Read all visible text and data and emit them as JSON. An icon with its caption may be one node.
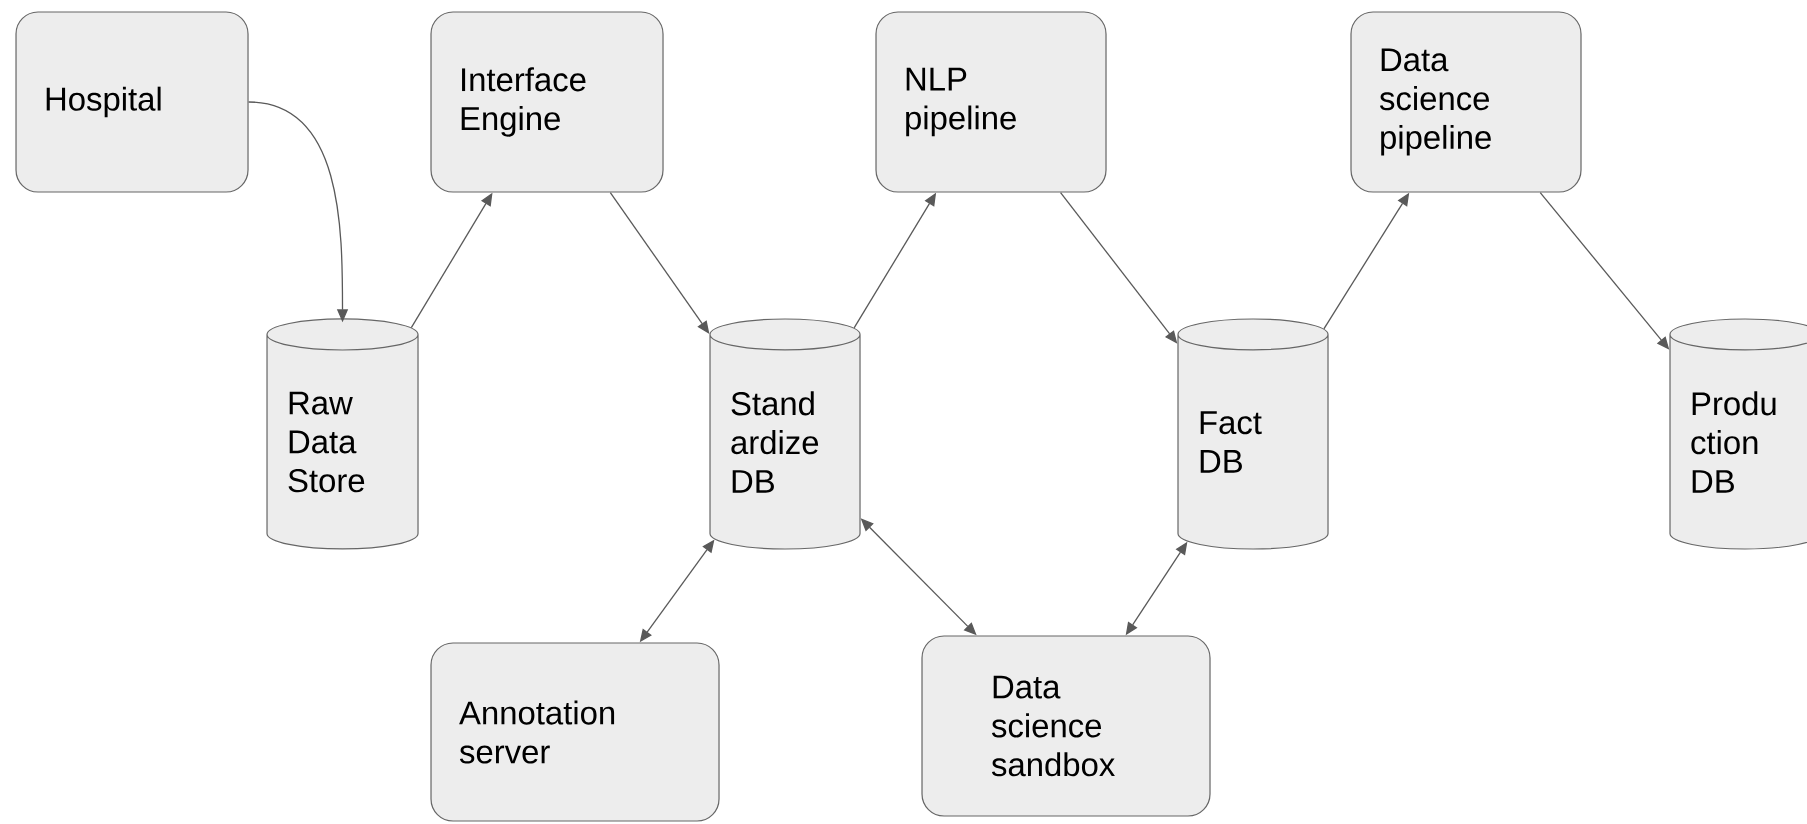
{
  "diagram": {
    "nodes": [
      {
        "text": [
          "Hospital"
        ]
      },
      {
        "text": [
          "Interface Engine"
        ]
      },
      {
        "text": [
          "NLP pipeline"
        ]
      },
      {
        "text": [
          "Data science pipeline"
        ]
      },
      {
        "text": [
          "Raw Data Store"
        ]
      },
      {
        "text": [
          "Stand ardize DB"
        ]
      },
      {
        "text": [
          "Fact DB"
        ]
      },
      {
        "text": [
          "Produ ction DB"
        ]
      },
      {
        "text": [
          "Annotation server"
        ]
      },
      {
        "text": [
          "Data science sandbox"
        ]
      }
    ],
    "edges": [
      {
        "from": 0,
        "to": 4,
        "arrow": "to"
      },
      {
        "from": 4,
        "to": 1,
        "arrow": "to"
      },
      {
        "from": 1,
        "to": 5,
        "arrow": "to"
      },
      {
        "from": 5,
        "to": 2,
        "arrow": "to"
      },
      {
        "from": 2,
        "to": 6,
        "arrow": "to"
      },
      {
        "from": 6,
        "to": 3,
        "arrow": "to"
      },
      {
        "from": 3,
        "to": 7,
        "arrow": "to"
      },
      {
        "from": 8,
        "to": 5,
        "arrow": "both"
      },
      {
        "from": 5,
        "to": 9,
        "arrow": "both"
      },
      {
        "from": 9,
        "to": 6,
        "arrow": "both"
      }
    ]
  }
}
